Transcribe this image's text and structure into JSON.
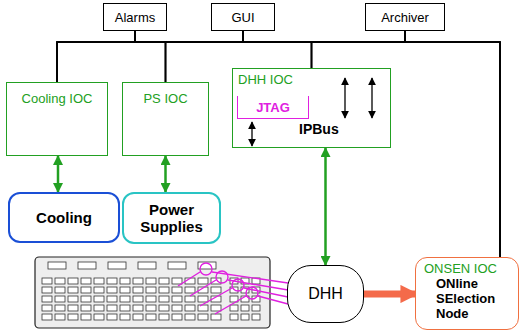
{
  "diagram": {
    "nodes": [
      {
        "text": [
          "Alarms"
        ]
      },
      {
        "text": [
          "GUI"
        ]
      },
      {
        "text": [
          "Archiver"
        ]
      },
      {
        "text": [
          "Cooling IOC"
        ]
      },
      {
        "text": [
          "PS IOC"
        ]
      },
      {
        "text": [
          "DHH IOC",
          "IPBus"
        ]
      },
      {
        "text": [
          "JTAG"
        ],
        "in": 5
      },
      {
        "text": [
          "Cooling"
        ]
      },
      {
        "text": [
          "Power Supplies"
        ]
      },
      {
        "text": [
          "DHH"
        ]
      },
      {
        "text": [
          "ONSEN IOC",
          "ONline SElection Node"
        ]
      }
    ],
    "edges": [
      {
        "from": 0,
        "to": 3,
        "arrow": "none"
      },
      {
        "from": 0,
        "to": 4,
        "arrow": "none"
      },
      {
        "from": 0,
        "to": 5,
        "arrow": "none"
      },
      {
        "from": 0,
        "to": 10,
        "arrow": "none"
      },
      {
        "from": 1,
        "to": 3,
        "arrow": "none"
      },
      {
        "from": 1,
        "to": 4,
        "arrow": "none"
      },
      {
        "from": 1,
        "to": 5,
        "arrow": "none"
      },
      {
        "from": 1,
        "to": 10,
        "arrow": "none"
      },
      {
        "from": 2,
        "to": 3,
        "arrow": "none"
      },
      {
        "from": 2,
        "to": 4,
        "arrow": "none"
      },
      {
        "from": 2,
        "to": 5,
        "arrow": "none"
      },
      {
        "from": 2,
        "to": 10,
        "arrow": "none"
      },
      {
        "from": 3,
        "to": 7,
        "arrow": "both"
      },
      {
        "from": 4,
        "to": 8,
        "arrow": "both"
      },
      {
        "from": 5,
        "to": 9,
        "arrow": "both"
      },
      {
        "from": 9,
        "to": 10,
        "arrow": "to"
      }
    ]
  }
}
